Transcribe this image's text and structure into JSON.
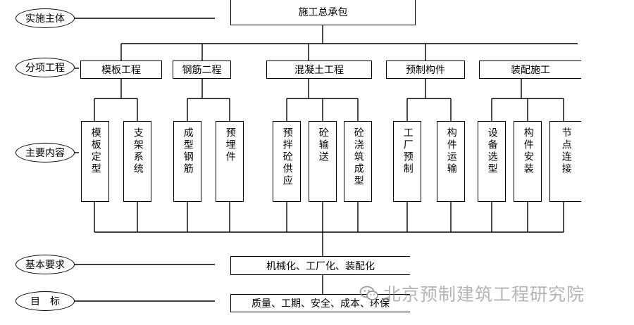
{
  "stages": {
    "subject": "实施主体",
    "subitems": "分项工程",
    "content": "主要内容",
    "requirement": "基本要求",
    "goal": "目　标"
  },
  "top_box": "施工总承包",
  "subprojects": [
    "模板工程",
    "钢筋二程",
    "混凝土工程",
    "预制构件",
    "装配施工"
  ],
  "contents": [
    "模板定型",
    "支架系统",
    "成型钢筋",
    "预埋件",
    "预拌砼供应",
    "砼输送",
    "砼浇筑成型",
    "工厂预制",
    "构件运输",
    "设备选型",
    "构件安装",
    "节点连接"
  ],
  "requirement_box": "机械化、工厂化、装配化",
  "goal_box": "质量、工期、安全、成本、环保",
  "watermark": "北京预制建筑工程研究院",
  "colors": {
    "line": "#000000",
    "watermark": "#8c8c8c"
  }
}
